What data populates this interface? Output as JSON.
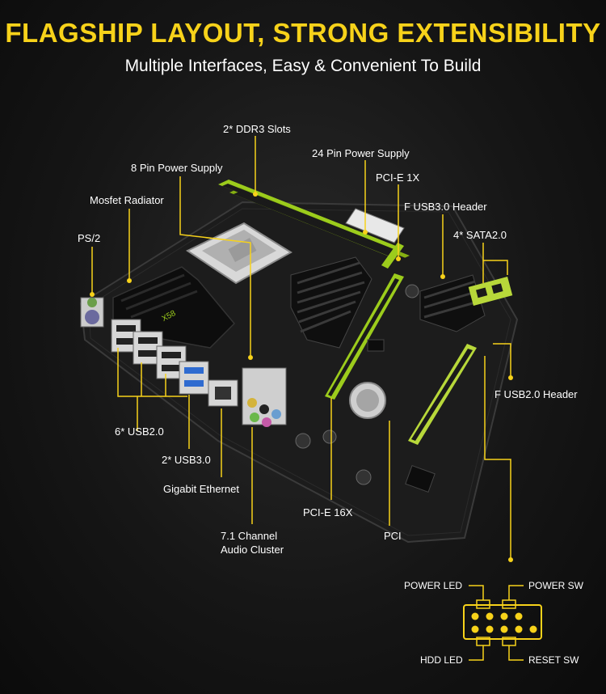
{
  "header": {
    "title": "FLAGSHIP LAYOUT, STRONG EXTENSIBILITY",
    "subtitle": "Multiple Interfaces, Easy & Convenient To Build"
  },
  "labels": {
    "ddr3": "2* DDR3 Slots",
    "power24": "24 Pin Power Supply",
    "power8": "8 Pin Power Supply",
    "pcie1x": "PCI-E 1X",
    "mosfet": "Mosfet Radiator",
    "fusb3": "F USB3.0 Header",
    "ps2": "PS/2",
    "sata": "4* SATA2.0",
    "fusb2": "F USB2.0 Header",
    "usb2": "6* USB2.0",
    "usb3": "2* USB3.0",
    "ethernet": "Gigabit Ethernet",
    "pcie16x": "PCI-E 16X",
    "pci": "PCI",
    "audio_line1": "7.1 Channel",
    "audio_line2": "Audio Cluster"
  },
  "front_panel": {
    "power_led": "POWER LED",
    "power_sw": "POWER SW",
    "hdd_led": "HDD LED",
    "reset_sw": "RESET SW"
  },
  "colors": {
    "accent": "#f7d21a",
    "slot_green": "#9ccc1c",
    "pcb": "#1c1c1c"
  }
}
